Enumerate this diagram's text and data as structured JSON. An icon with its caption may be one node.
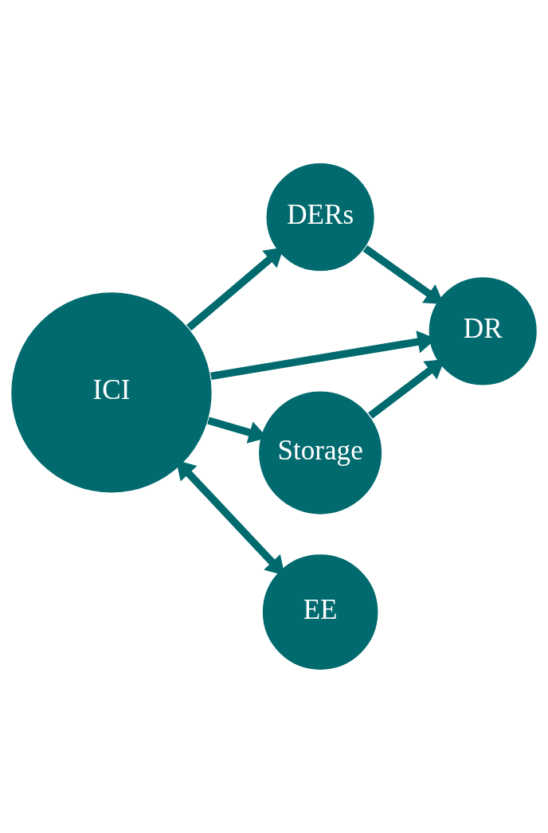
{
  "diagram": {
    "nodes": [
      {
        "text": [
          "DERs"
        ]
      },
      {
        "text": [
          "DR"
        ]
      },
      {
        "text": [
          "ICI"
        ]
      },
      {
        "text": [
          "Storage"
        ]
      },
      {
        "text": [
          "EE"
        ]
      }
    ],
    "edges": [
      {
        "from": 2,
        "to": 0,
        "arrow": "to"
      },
      {
        "from": 0,
        "to": 1,
        "arrow": "to"
      },
      {
        "from": 2,
        "to": 1,
        "arrow": "to"
      },
      {
        "from": 2,
        "to": 3,
        "arrow": "to"
      },
      {
        "from": 3,
        "to": 1,
        "arrow": "to"
      },
      {
        "from": 2,
        "to": 4,
        "arrow": "both"
      }
    ]
  }
}
